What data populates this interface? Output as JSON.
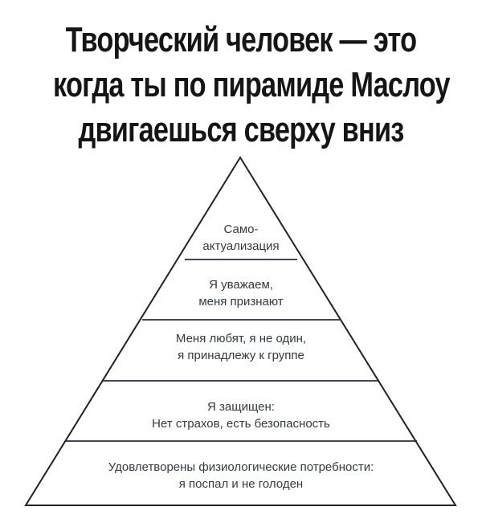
{
  "title": {
    "lines": [
      "Творческий человек — это",
      "когда ты по пирамиде Маслоу",
      "двигаешься сверху вниз"
    ]
  },
  "pyramid": {
    "levels": [
      {
        "line1": "Само-",
        "line2": "актуализация"
      },
      {
        "line1": "Я уважаем,",
        "line2": "меня признают"
      },
      {
        "line1": "Меня любят, я не один,",
        "line2": "я принадлежу к группе"
      },
      {
        "line1": "Я защищен:",
        "line2": "Нет страхов, есть безопасность"
      },
      {
        "line1": "Удовлетворены физиологические потребности:",
        "line2": "я поспал и не голоден"
      }
    ],
    "colors": {
      "outline": "#222222",
      "divider": "#3d4a5c",
      "text": "#333a44"
    }
  }
}
